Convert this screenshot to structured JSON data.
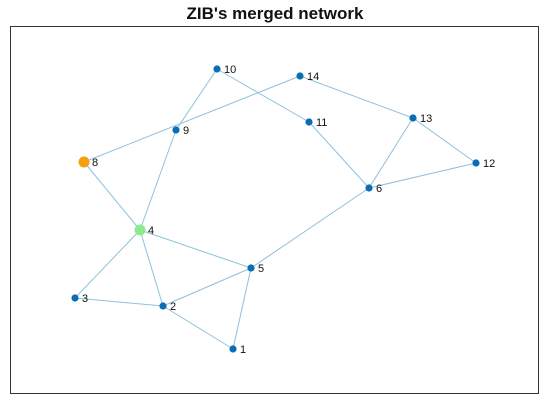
{
  "figure": {
    "title": "ZIB's merged network"
  },
  "colors": {
    "edge": "#8ec1de",
    "default_node": "#0b6db4",
    "node_8": "#f5a00e",
    "node_4": "#8ee88e",
    "frame": "#333333",
    "label": "#111111"
  },
  "graph": {
    "nodes": [
      {
        "id": "1",
        "label": "1",
        "color": "#0b6db4"
      },
      {
        "id": "2",
        "label": "2",
        "color": "#0b6db4"
      },
      {
        "id": "3",
        "label": "3",
        "color": "#0b6db4"
      },
      {
        "id": "4",
        "label": "4",
        "color": "#8ee88e"
      },
      {
        "id": "5",
        "label": "5",
        "color": "#0b6db4"
      },
      {
        "id": "6",
        "label": "6",
        "color": "#0b6db4"
      },
      {
        "id": "8",
        "label": "8",
        "color": "#f5a00e"
      },
      {
        "id": "9",
        "label": "9",
        "color": "#0b6db4"
      },
      {
        "id": "10",
        "label": "10",
        "color": "#0b6db4"
      },
      {
        "id": "11",
        "label": "11",
        "color": "#0b6db4"
      },
      {
        "id": "12",
        "label": "12",
        "color": "#0b6db4"
      },
      {
        "id": "13",
        "label": "13",
        "color": "#0b6db4"
      },
      {
        "id": "14",
        "label": "14",
        "color": "#0b6db4"
      }
    ],
    "edges": [
      [
        "1",
        "2"
      ],
      [
        "1",
        "5"
      ],
      [
        "2",
        "3"
      ],
      [
        "2",
        "4"
      ],
      [
        "2",
        "5"
      ],
      [
        "3",
        "4"
      ],
      [
        "4",
        "5"
      ],
      [
        "4",
        "8"
      ],
      [
        "4",
        "9"
      ],
      [
        "5",
        "6"
      ],
      [
        "6",
        "11"
      ],
      [
        "6",
        "12"
      ],
      [
        "6",
        "13"
      ],
      [
        "8",
        "14"
      ],
      [
        "9",
        "10"
      ],
      [
        "10",
        "11"
      ],
      [
        "12",
        "13"
      ],
      [
        "13",
        "14"
      ]
    ]
  }
}
